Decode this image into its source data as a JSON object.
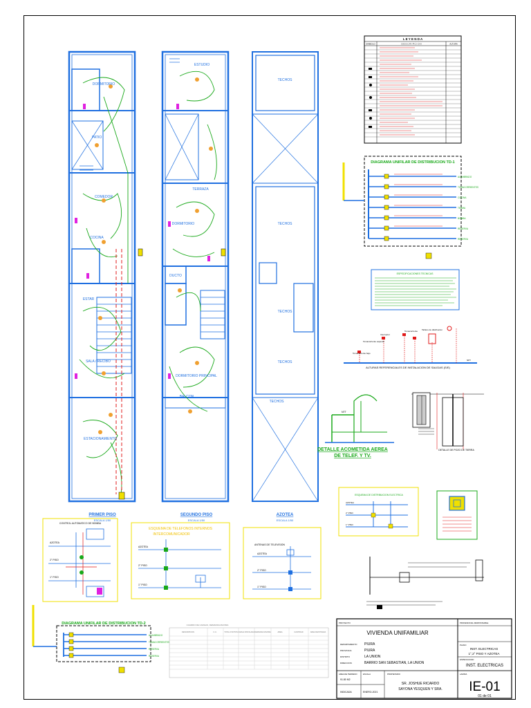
{
  "plans": {
    "first_floor": {
      "title": "PRIMER PISO",
      "subtitle": "ESCALA 1/50",
      "rooms": [
        "DORMITORIO",
        "PATIO",
        "COMEDOR",
        "COCINA",
        "ESTAR",
        "SALA / RECIBO",
        "ESTACIONAMIENTO"
      ]
    },
    "second_floor": {
      "title": "SEGUNDO PISO",
      "subtitle": "ESCALA 1/50",
      "rooms": [
        "ESTUDIO",
        "TERRAZA",
        "DORMITORIO",
        "DUCTO",
        "DORMITORIO PRINCIPAL",
        "BALCON"
      ]
    },
    "roof": {
      "title": "AZOTEA",
      "subtitle": "ESCALA 1/50",
      "rooms": [
        "TECHOS",
        "TECHOS",
        "TECHOS",
        "TECHOS",
        "TECHOS"
      ]
    }
  },
  "legend": {
    "title": "L E Y E N D A",
    "col_symbol": "SIMBOLO",
    "col_description": "D E S C R I P C I O N",
    "col_height": "ALTURA",
    "row_count": 22
  },
  "diagram_td1": {
    "title": "DIAGRAMA UNIFILAR DE DISTRIBUCION TD-1",
    "circuits": [
      "ALUMBRADO",
      "TOMACORRIENTES",
      "COCINA",
      "TERMA",
      "BOMBA",
      "RESERVA",
      "RESERVA"
    ]
  },
  "specs": {
    "title": "ESPECIFICACIONES TECNICAS"
  },
  "heights": {
    "title": "ALTURAS REFERENCIALES DE INSTALACION DE SALIDAS (S/E)",
    "labels": [
      "Tomacorriente especial",
      "Interruptor",
      "Tomacorriente",
      "Tablero de distribucion",
      "Tomacorriente bajo",
      "NPT"
    ]
  },
  "detalle_acometida": {
    "title_line1": "DETALLE ACOMETIDA AEREA",
    "title_line2": "DE TELEF. Y TV.",
    "label": "NTT"
  },
  "pozo_tierra": {
    "title": "DETALLE DE POZO DE TIERRA"
  },
  "control_bomba": {
    "title": "CONTROL AUTOMATICO DE BOMBA",
    "levels": [
      "AZOTEA",
      "2° PISO",
      "1° PISO"
    ]
  },
  "telefonos": {
    "title_line1": "ESQUEMA DE TELEFONOS INTERNOS",
    "title_line2": "INTERCOMUNICADOR",
    "levels": [
      "AZOTEA",
      "2° PISO",
      "1° PISO"
    ]
  },
  "antenas": {
    "title": "ANTENAS DE TELEVISION",
    "levels": [
      "AZOTEA",
      "2° PISO",
      "1° PISO"
    ]
  },
  "esquema_distribucion": {
    "title": "ESQUEMA DE DISTRIBUCION ELECTRICA",
    "levels": [
      "AZOTEA",
      "2° PISO",
      "1° PISO"
    ]
  },
  "diagram_td2": {
    "title": "DIAGRAMA UNIFILAR DE DISTRIBUCION TD-2",
    "circuits": [
      "ALUMBRADO",
      "TOMACORRIENTES",
      "RESERVA",
      "RESERVA"
    ]
  },
  "cuadro_cargas": {
    "title": "CUADRO DE CARGAS, DEMANDA MAXIMA",
    "headers": [
      "DESCRIPCION",
      "C.U.",
      "TOTAL PUNTOS",
      "CARGA INSTALADA",
      "DEMANDA MAXIMA",
      "AREA",
      "CANTIDAD",
      "AREA DESTINADA"
    ]
  },
  "title_block": {
    "project_label": "PROYECTO",
    "project": "VIVIENDA UNIFAMILIAR",
    "department_label": "DEPARTAMENTO",
    "department": "PIURA",
    "province_label": "PROVINCIA",
    "province": "PIURA",
    "district_label": "DISTRITO",
    "district": "LA UNION",
    "address_label": "DIRECCION",
    "address": "BARRIO SAN SEBASTIAN, LA UNION",
    "area_label": "AREA DE TERRENO",
    "area": "91.80 M2",
    "scale_label": "ESCALA",
    "scale": "INDICADA",
    "date": "ENERO-2021",
    "owner_label": "PROPIETARIO",
    "owner_line1": "SR. JOSHUE RICARDO",
    "owner_line2": "SAYONA YESQUEN Y SRA.",
    "professional_label": "PROFESIONAL RESPONSABLE",
    "plan_label": "PLANO",
    "plan_line1": "INST. ELECTRICAS",
    "plan_line2": "1°,2° PISO Y AZOTEA",
    "specialty_label": "ESPECIALIDAD",
    "specialty": "INST. ELECTRICAS",
    "sheet_label": "LAMINA",
    "sheet_code": "IE-01",
    "sheet_count": "01 de 01"
  },
  "colors": {
    "wall": "#1e6fe0",
    "circuit": "#18a818",
    "accent": "#e01818",
    "highlight": "#f0e000",
    "frame": "#000000"
  }
}
